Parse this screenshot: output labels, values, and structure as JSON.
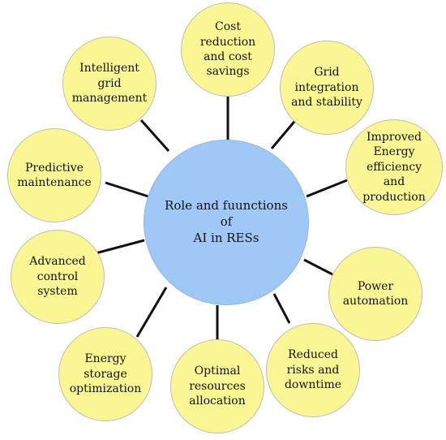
{
  "center": {
    "label": "Role and fuunctions of\nAI in RESs"
  },
  "nodes": [
    {
      "id": "cost-reduction",
      "label": "Cost\nreduction\nand cost\nsavings"
    },
    {
      "id": "grid-integration",
      "label": "Grid\nintegration\nand stability"
    },
    {
      "id": "energy-efficiency",
      "label": "Improved\nEnergy\nefficiency\nand\nproduction"
    },
    {
      "id": "power-automation",
      "label": "Power\nautomation"
    },
    {
      "id": "reduced-risks",
      "label": "Reduced\nrisks and\ndowntime"
    },
    {
      "id": "optimal-resources",
      "label": "Optimal\nresources\nallocation"
    },
    {
      "id": "energy-storage",
      "label": "Energy\nstorage\noptimization"
    },
    {
      "id": "advanced-control",
      "label": "Advanced\ncontrol\nsystem"
    },
    {
      "id": "predictive-maintenance",
      "label": "Predictive\nmaintenance"
    },
    {
      "id": "intelligent-grid",
      "label": "Intelligent\ngrid\nmanagement"
    }
  ],
  "colors": {
    "center_fill": "#a0c8f7",
    "node_fill": "#fbf694",
    "connector": "#111111"
  }
}
